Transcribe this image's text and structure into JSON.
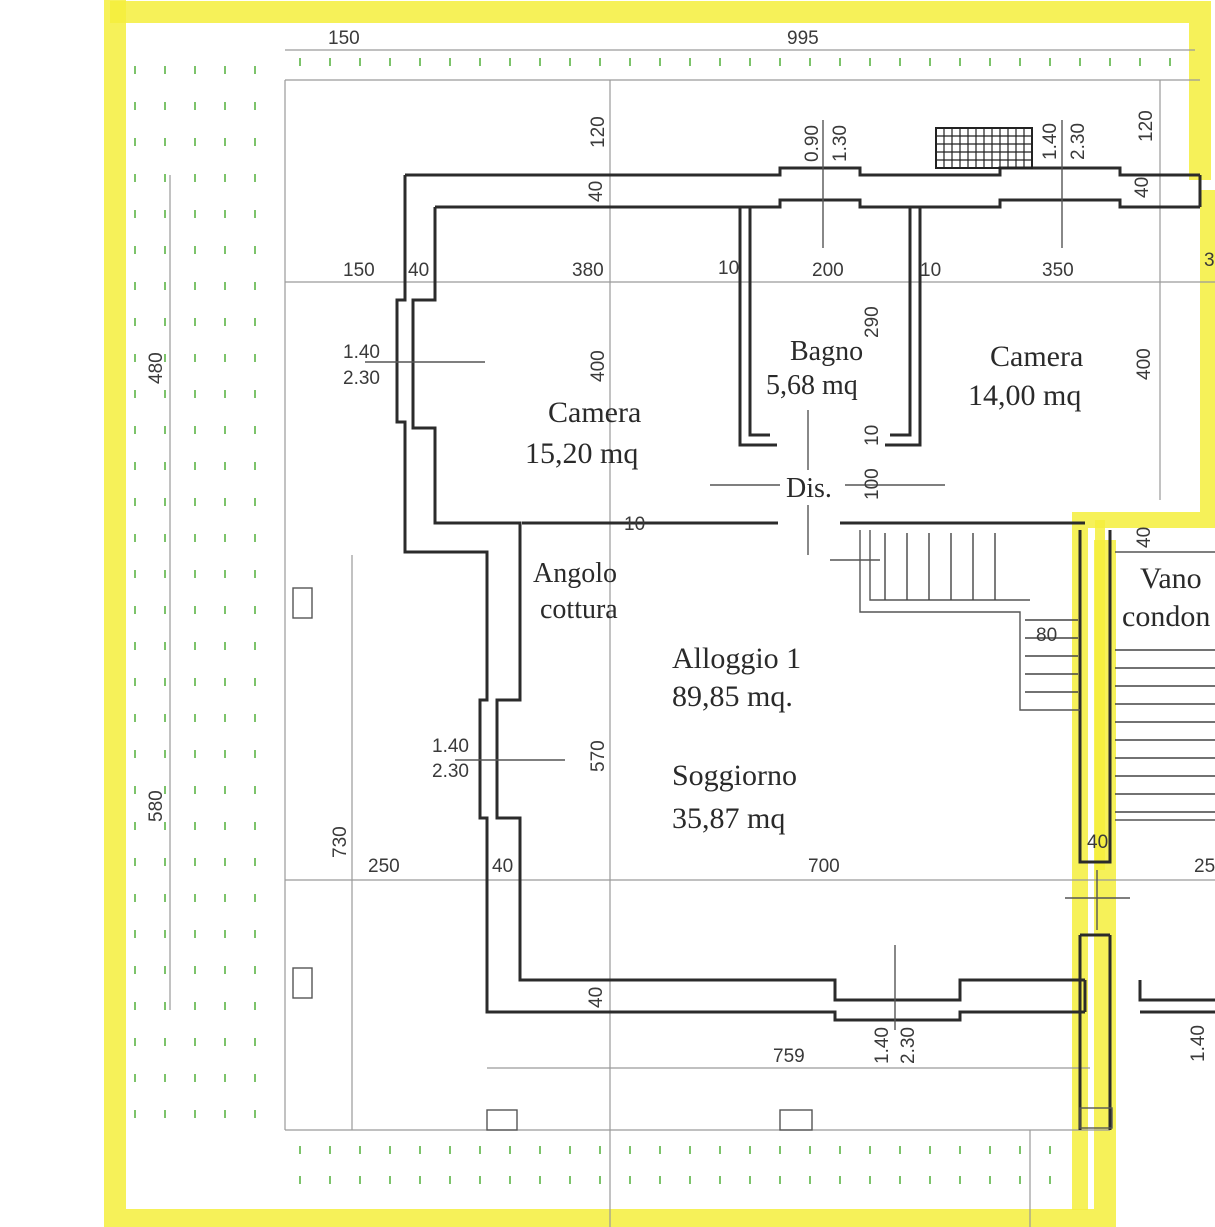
{
  "colors": {
    "highlight": "#f4ef3c",
    "wall": "#2b2b2b",
    "grass": "#7cc36a",
    "dimension": "#3a3a3a"
  },
  "rooms": {
    "camera_1_name": "Camera",
    "camera_1_area": "15,20 mq",
    "bagno_name": "Bagno",
    "bagno_area": "5,68 mq",
    "camera_2_name": "Camera",
    "camera_2_area": "14,00 mq",
    "dis_name": "Dis.",
    "angolo_line1": "Angolo",
    "angolo_line2": "cottura",
    "alloggio_name": "Alloggio 1",
    "alloggio_area": "89,85 mq.",
    "soggiorno_name": "Soggiorno",
    "soggiorno_area": "35,87 mq",
    "vano_line1": "Vano",
    "vano_line2": "condon"
  },
  "dimensions": {
    "top_150": "150",
    "top_995": "995",
    "v_120_a": "120",
    "v_120_b": "120",
    "win_090": "0.90",
    "win_130": "1.30",
    "win_140_top": "1.40",
    "win_230_top": "2.30",
    "v_40_a": "40",
    "v_40_b": "40",
    "row_150": "150",
    "row_40": "40",
    "row_380": "380",
    "row_10_a": "10",
    "row_200": "200",
    "row_10_b": "10",
    "row_350": "350",
    "row_3": "3",
    "left_480": "480",
    "win_140_left": "1.40",
    "win_230_left": "2.30",
    "v_400_a": "400",
    "v_400_b": "400",
    "v_290": "290",
    "v_10_c": "10",
    "v_100": "100",
    "h_10_d": "10",
    "v_40_c": "40",
    "h_80": "80",
    "win_140_mid": "1.40",
    "win_230_mid": "2.30",
    "v_570": "570",
    "left_580": "580",
    "v_730": "730",
    "row2_250": "250",
    "row2_40": "40",
    "row2_700": "700",
    "v_40_d": "40",
    "row2_25": "25",
    "v_40_e": "40",
    "win_140_bot": "1.40",
    "win_230_bot": "2.30",
    "bot_759": "759",
    "win_140_br": "1.40"
  }
}
